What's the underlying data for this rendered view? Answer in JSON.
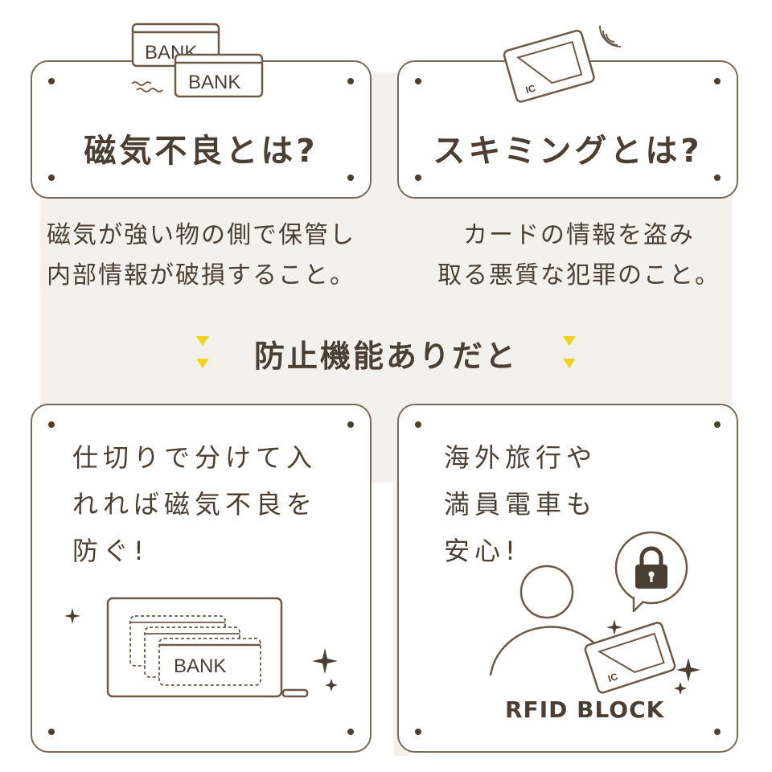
{
  "top_left": {
    "title": "磁気不良とは?",
    "desc_line1": "磁気が強い物の側で保管し",
    "desc_line2": "内部情報が破損すること。",
    "card_label": "BANK"
  },
  "top_right": {
    "title": "スキミングとは?",
    "desc_line1": "カードの情報を盗み",
    "desc_line2": "取る悪質な犯罪のこと。",
    "card_label": "IC"
  },
  "middle": {
    "text": "防止機能ありだと",
    "accent_color": "#f2d21b"
  },
  "bottom_left": {
    "line1": "仕切りで分けて入",
    "line2": "れれば磁気不良を",
    "line3": "防ぐ!",
    "card_label": "BANK"
  },
  "bottom_right": {
    "line1": "海外旅行や",
    "line2": "満員電車も",
    "line3": "安心!",
    "card_label": "IC",
    "badge": "RFID BLOCK"
  }
}
